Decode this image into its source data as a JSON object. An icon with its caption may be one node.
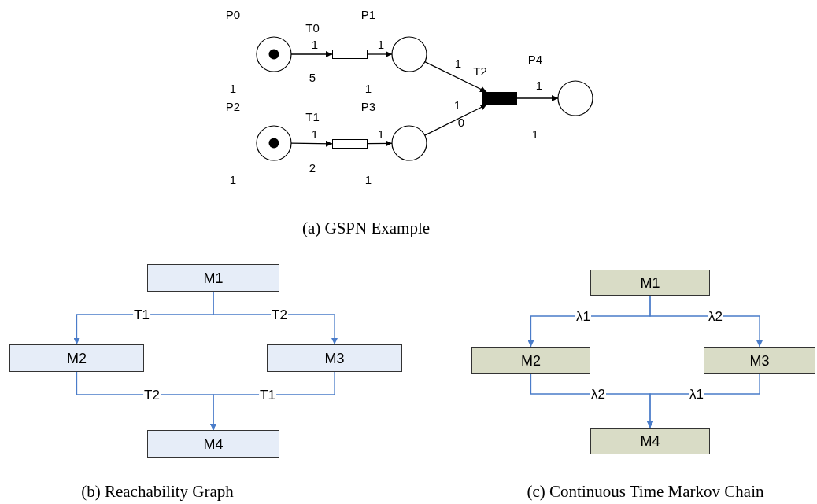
{
  "diagram": {
    "nodes": [
      {
        "text": [
          "P0"
        ],
        "beside": [
          "1"
        ]
      },
      {
        "text": [
          "T0"
        ],
        "beside": [
          "5"
        ]
      },
      {
        "text": [
          "P1"
        ],
        "beside": [
          "1"
        ]
      },
      {
        "text": [
          "P2"
        ],
        "beside": [
          "1"
        ]
      },
      {
        "text": [
          "T1"
        ],
        "beside": [
          "2"
        ]
      },
      {
        "text": [
          "P3"
        ],
        "beside": [
          "1"
        ]
      },
      {
        "text": [
          "T2"
        ],
        "beside": [
          "0"
        ]
      },
      {
        "text": [
          "P4"
        ],
        "beside": [
          "1"
        ]
      },
      {
        "text": [
          "M1"
        ]
      },
      {
        "text": [
          "M2"
        ]
      },
      {
        "text": [
          "M3"
        ]
      },
      {
        "text": [
          "M4"
        ]
      },
      {
        "text": [
          "M1"
        ]
      },
      {
        "text": [
          "M2"
        ]
      },
      {
        "text": [
          "M3"
        ]
      },
      {
        "text": [
          "M4"
        ]
      }
    ],
    "edges": [
      {
        "from": 0,
        "to": 1,
        "arrow": "to",
        "label": "1",
        "color": "#000000"
      },
      {
        "from": 1,
        "to": 2,
        "arrow": "to",
        "label": "1",
        "color": "#000000"
      },
      {
        "from": 3,
        "to": 4,
        "arrow": "to",
        "label": "1",
        "color": "#000000"
      },
      {
        "from": 4,
        "to": 5,
        "arrow": "to",
        "label": "1",
        "color": "#000000"
      },
      {
        "from": 2,
        "to": 6,
        "arrow": "to",
        "label": "1",
        "color": "#000000"
      },
      {
        "from": 5,
        "to": 6,
        "arrow": "to",
        "label": "1",
        "color": "#000000"
      },
      {
        "from": 6,
        "to": 7,
        "arrow": "to",
        "label": "1",
        "color": "#000000"
      },
      {
        "from": 8,
        "to": 9,
        "arrow": "to",
        "label": "T1"
      },
      {
        "from": 8,
        "to": 10,
        "arrow": "to",
        "label": "T2"
      },
      {
        "from": 9,
        "to": 11,
        "arrow": "to",
        "label": "T2"
      },
      {
        "from": 10,
        "to": 11,
        "arrow": "to",
        "label": "T1"
      },
      {
        "from": 12,
        "to": 13,
        "arrow": "to",
        "label": "λ1"
      },
      {
        "from": 12,
        "to": 14,
        "arrow": "to",
        "label": "λ2"
      },
      {
        "from": 13,
        "to": 15,
        "arrow": "to",
        "label": "λ2"
      },
      {
        "from": 14,
        "to": 15,
        "arrow": "to",
        "label": "λ1"
      }
    ],
    "labels": [
      "(a) GSPN Example",
      "(b) Reachability Graph",
      "(c) Continuous Time Markov Chain"
    ]
  }
}
